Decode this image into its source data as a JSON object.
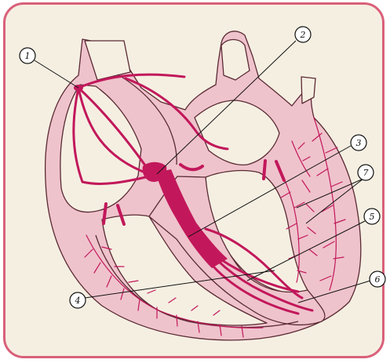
{
  "diagram": {
    "colors": {
      "background": "#f5efe2",
      "frame": "#d9607a",
      "tissue": "#efc3cc",
      "tissue_outline": "#5a2a33",
      "conduction": "#c2185b"
    },
    "labels": {
      "l1": "1",
      "l2": "2",
      "l3": "3",
      "l4": "4",
      "l5": "5",
      "l6": "6",
      "l7": "7"
    }
  }
}
